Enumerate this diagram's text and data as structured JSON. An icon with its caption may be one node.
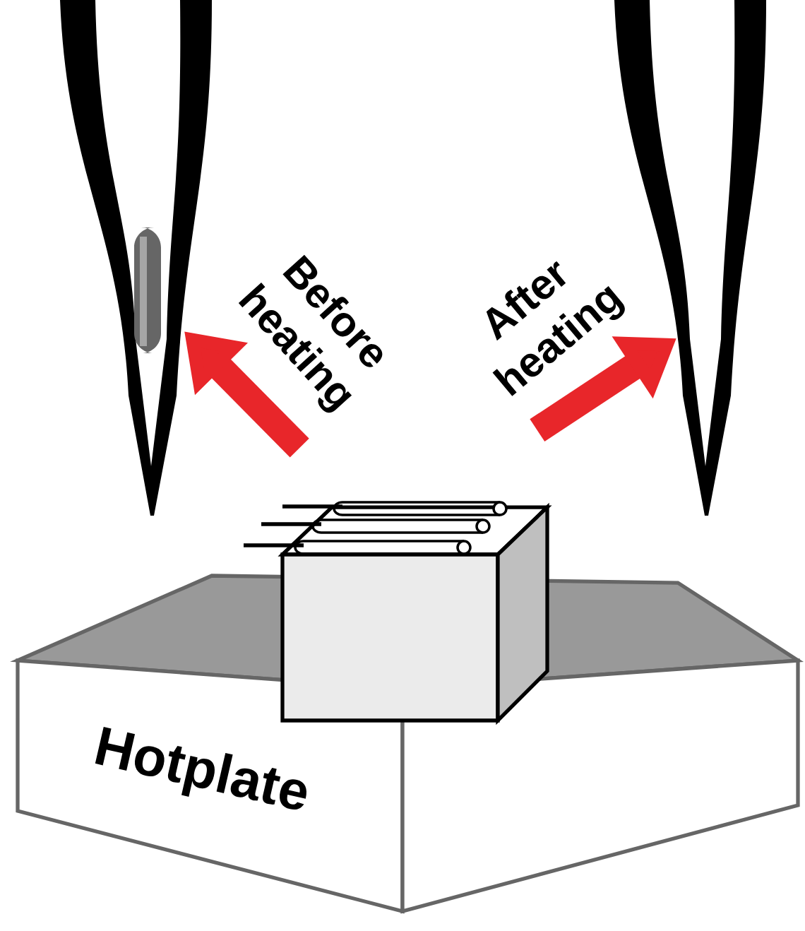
{
  "diagram": {
    "nodes": [
      {
        "text": [],
        "shape": "picture"
      },
      {
        "text": [],
        "shape": "picture"
      },
      {
        "text": [
          "Hotplate"
        ]
      },
      {
        "text": [],
        "shape": "box"
      }
    ],
    "edges": [
      {
        "from": null,
        "to": 0,
        "arrow": "to",
        "label": "Before heating"
      },
      {
        "from": null,
        "to": 1,
        "arrow": "to",
        "label": "After heating"
      }
    ]
  }
}
